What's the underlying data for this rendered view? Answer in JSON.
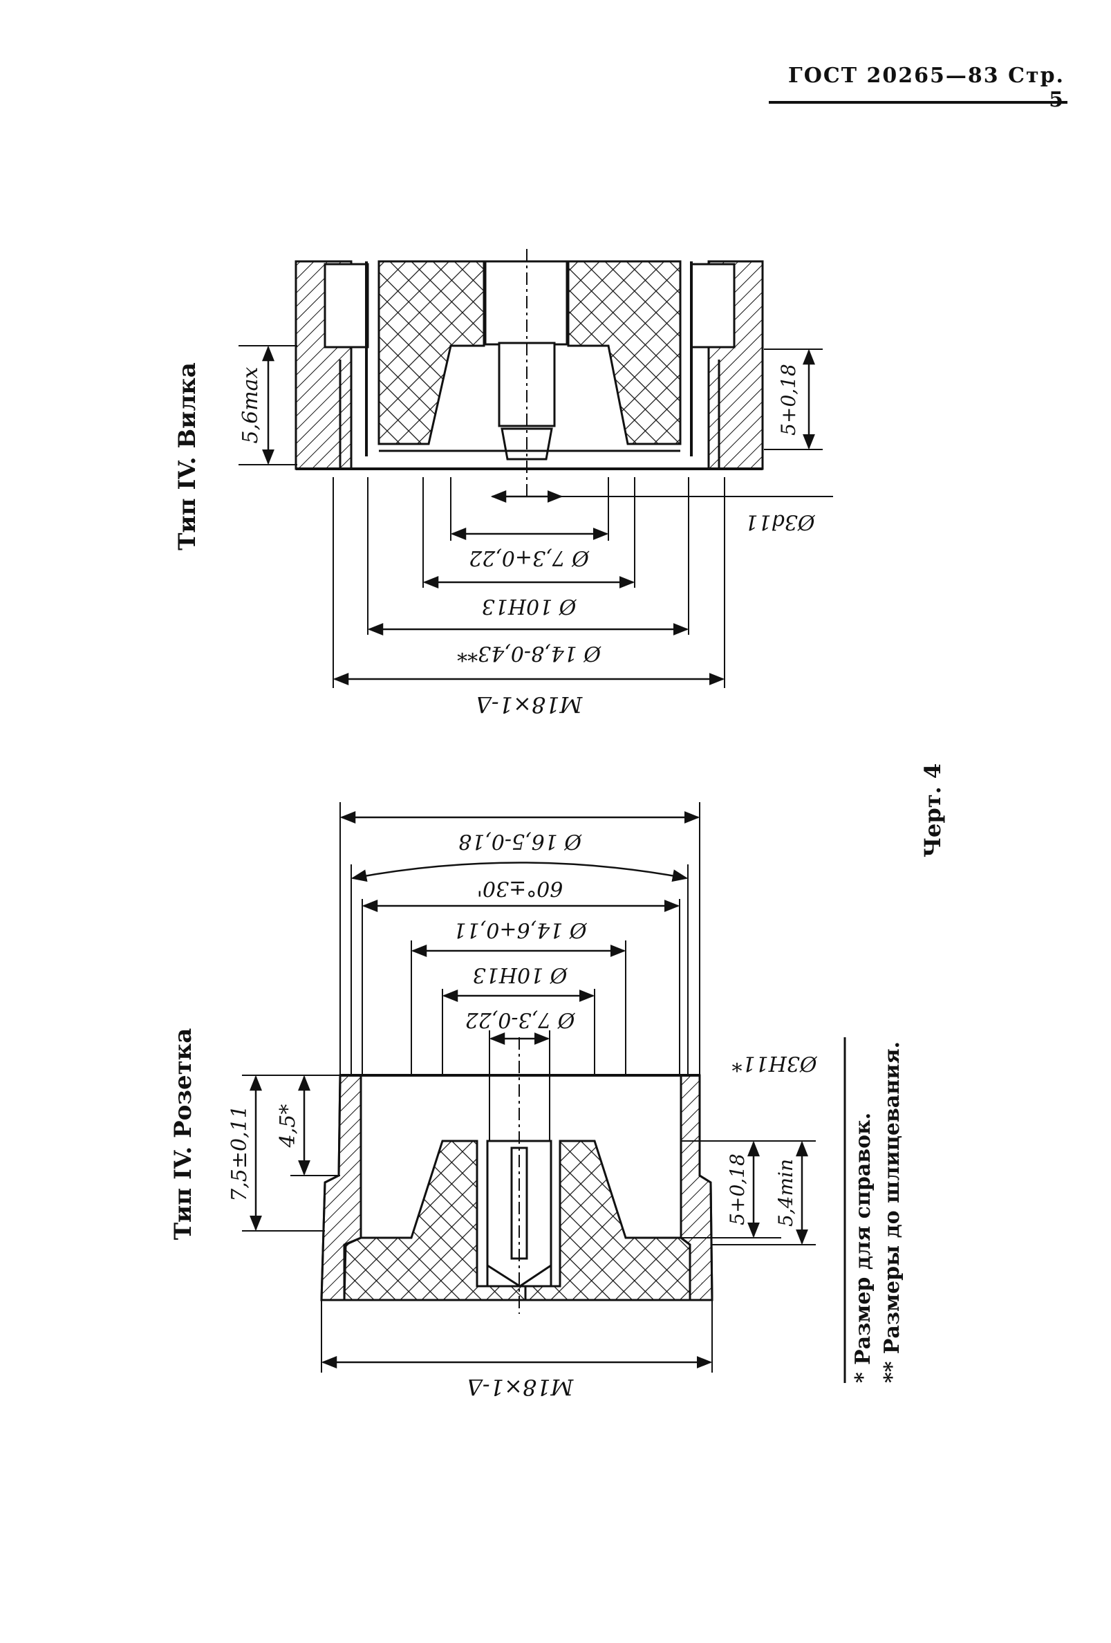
{
  "header": {
    "text": "ГОСТ 20265—83 Стр. 5"
  },
  "plug": {
    "title": "Тип IV. Вилка",
    "dims": {
      "d_m18": "М18×1-Δ",
      "d_14_8": "Ø 14,8-0,43**",
      "d_10h13": "Ø 10Н13",
      "d_7_3": "Ø 7,3+0,22",
      "d_3d11": "Ø3d11",
      "h_5_6": "5,6max",
      "h_5": "5+0,18"
    }
  },
  "socket": {
    "title": "Тип IV. Розетка",
    "dims": {
      "d_16_5": "Ø 16,5-0,18",
      "angle": "60°±30'",
      "d_14_6": "Ø 14,6+0,11",
      "d_10h13": "Ø 10Н13",
      "d_7_3": "Ø 7,3-0,22",
      "d_3h11": "Ø3Н11*",
      "h_7_5": "7,5±0,11",
      "h_4_5": "4,5*",
      "h_5": "5+0,18",
      "h_5_4": "5,4min",
      "d_m18": "М18×1-Δ"
    }
  },
  "figure_label": "Черт. 4",
  "footnotes": [
    "* Размер для справок.",
    "** Размеры до шлицевания."
  ]
}
